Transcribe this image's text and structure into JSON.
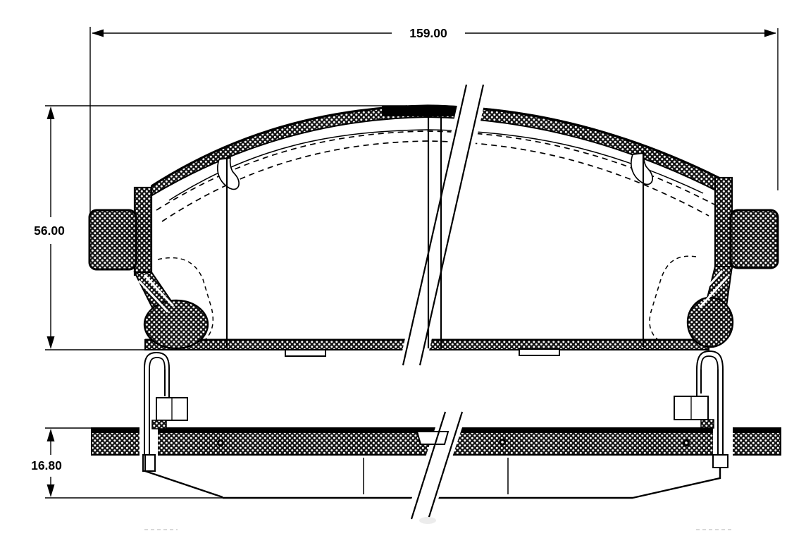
{
  "colors": {
    "background": "#ffffff",
    "ink": "#000000",
    "faint_mark": "#d8d8d8"
  },
  "drawing": {
    "kind": "brake-pad-technical-drawing",
    "dimensions": {
      "width_mm": "159.00",
      "height_mm": "56.00",
      "thickness_mm": "16.80"
    }
  }
}
